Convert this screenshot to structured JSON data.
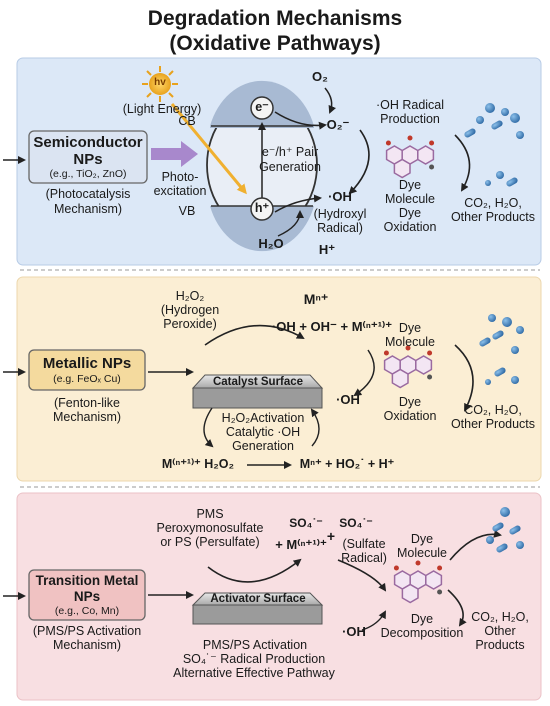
{
  "title": {
    "line1": "Degradation Mechanisms",
    "line2": "(Oxidative Pathways)"
  },
  "colors": {
    "panel1": "#dce8f7",
    "panel2": "#fbeed4",
    "panel3": "#f8dfe2",
    "sun": "#f2b53a",
    "photo_arrow": "#a888cc",
    "light_ray": "#f0b030",
    "dye_ring": "#9a6aa0",
    "particles": "#4f86bd"
  },
  "panel1": {
    "np_title1": "Semiconductor",
    "np_title2": "NPs",
    "np_example": "(e.g., TiO₂, ZnO)",
    "mechanism1": "(Photocatalysis",
    "mechanism2": "Mechanism)",
    "sun_label": "hv",
    "light_energy": "(Light Energy)",
    "photo1": "Photo-",
    "photo2": "excitation",
    "cb": "CB",
    "vb": "VB",
    "electron": "e⁻",
    "hole": "h⁺",
    "pair1": "e⁻/h⁺ Pair",
    "pair2": "Generation",
    "o2": "O₂",
    "o2_radical": "O₂⁻",
    "oh": "·OH",
    "hydroxyl1": "(Hydroxyl",
    "hydroxyl2": "Radical)",
    "h2o": "H₂O",
    "h_plus": "H⁺",
    "radical_prod1": "·OH Radical",
    "radical_prod2": "Production",
    "dye1": "Dye",
    "dye2": "Molecule",
    "dye3": "Dye",
    "dye4": "Oxidation",
    "products1": "CO₂,  H₂O,",
    "products2": "Other Products"
  },
  "panel2": {
    "np_title": "Metallic NPs",
    "np_example": "(e.g. FeOₓ Cu)",
    "mechanism1": "(Fenton-like",
    "mechanism2": "Mechanism)",
    "h2o2_1": "H₂O₂",
    "h2o2_2": "(Hydrogen",
    "h2o2_3": "Peroxide)",
    "mn": "Mⁿ⁺",
    "reaction": "·OH + OH⁻ + M⁽ⁿ⁺¹⁾⁺",
    "surface": "Catalyst Surface",
    "activation1": "H₂O₂Activation",
    "activation2": "Catalytic ·OH",
    "activation3": "Generation",
    "oh": "·OH",
    "eq_left": "M⁽ⁿ⁺¹⁾⁺ H₂O₂",
    "eq_right": "Mⁿ⁺ + HO₂˙ + H⁺",
    "dye1": "Dye",
    "dye2": "Molecule",
    "dye3": "Dye",
    "dye4": "Oxidation",
    "products1": "CO₂,  H₂O,",
    "products2": "Other Products"
  },
  "panel3": {
    "np_title1": "Transition Metal",
    "np_title2": "NPs",
    "np_example": "(e.g., Co, Mn)",
    "mechanism1": "(PMS/PS Activation",
    "mechanism2": "Mechanism)",
    "pms1": "PMS",
    "pms2": "Peroxymonosulfate",
    "pms3": "or PS (Persulfate)",
    "so4_a": "SO₄˙⁻",
    "so4_b": "SO₄˙⁻",
    "plus_m": "+ M⁽ⁿ⁺¹⁾⁺",
    "plus": "+",
    "sulfate1": "(Sulfate",
    "sulfate2": "Radical)",
    "surface": "Activator Surface",
    "oh": "·OH",
    "bottom1": "PMS/PS Activation",
    "bottom2": "SO₄˙⁻ Radical Production",
    "bottom3": "Alternative Effective Pathway",
    "dye1": "Dye",
    "dye2": "Molecule",
    "dye3": "Dye",
    "dye4": "Decomposition",
    "products1": "CO₂,  H₂O,",
    "products2": "Other",
    "products3": "Products"
  }
}
